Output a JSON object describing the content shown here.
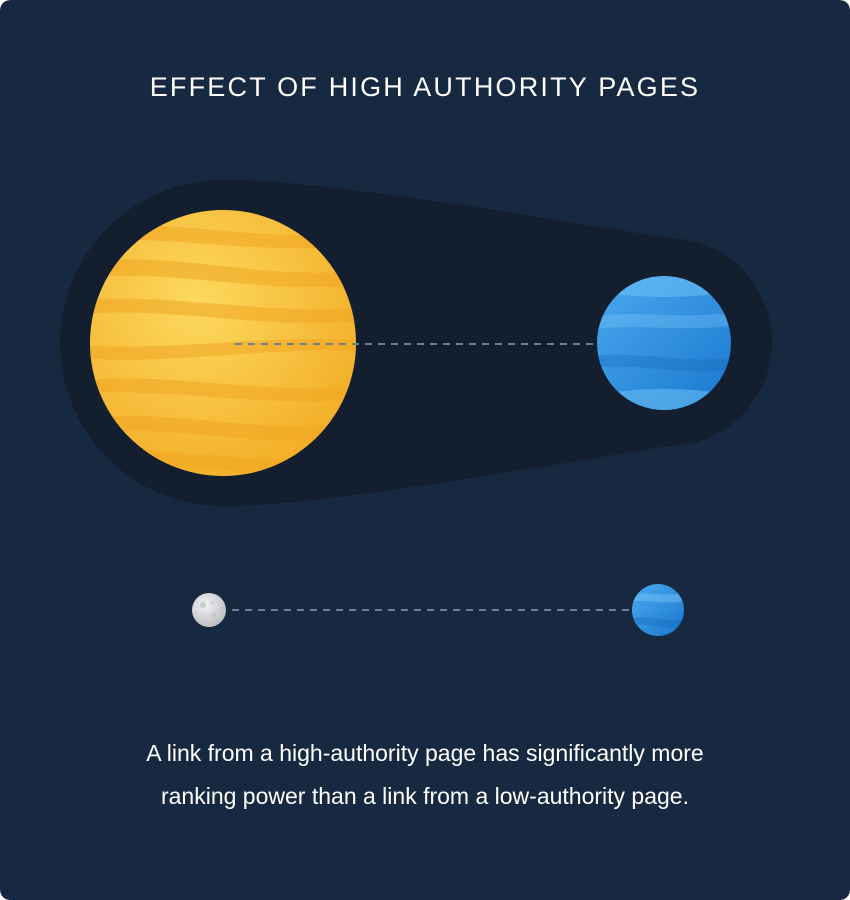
{
  "title": "EFFECT OF HIGH AUTHORITY PAGES",
  "caption": {
    "line1": "A link from a high-authority page has significantly more",
    "line2": "ranking power than a link from a low-authority page."
  },
  "colors": {
    "background": "#172940",
    "shadow": "#131e2f",
    "sun": "#f6bb2e",
    "sun_light": "#fbd45a",
    "planet_blue": "#2a8de0",
    "planet_blue_light": "#58b2f2",
    "moon_gray": "#d7d9db",
    "link_line": "#6f7f92"
  },
  "icons": {
    "high_authority_page": "sun-icon",
    "low_authority_page": "moon-icon",
    "linked_page": "planet-icon"
  }
}
